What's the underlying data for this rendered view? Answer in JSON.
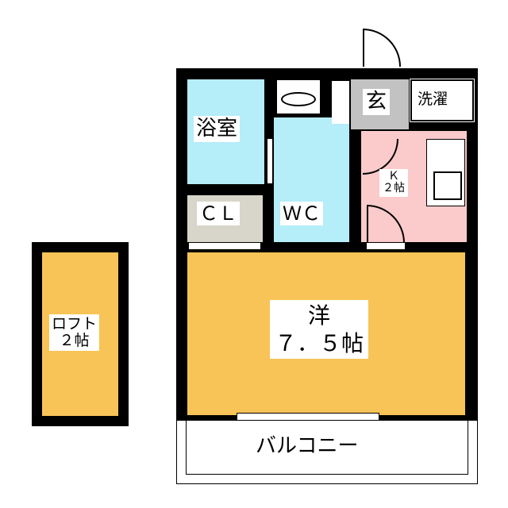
{
  "rooms": {
    "bath": "浴室",
    "closet": "ＣＬ",
    "toilet": "ＷＣ",
    "entrance": "玄",
    "laundry": "洗濯",
    "kitchen": "Ｋ\n２帖",
    "western": "洋\n７．５帖",
    "balcony": "バルコニー",
    "loft": "ロフト\n２帖"
  },
  "colors": {
    "bath": "#b5edf9",
    "closet": "#d8d5ca",
    "entrance": "#c2c2c2",
    "kitchen": "#fbcaca",
    "western": "#f8c457"
  }
}
